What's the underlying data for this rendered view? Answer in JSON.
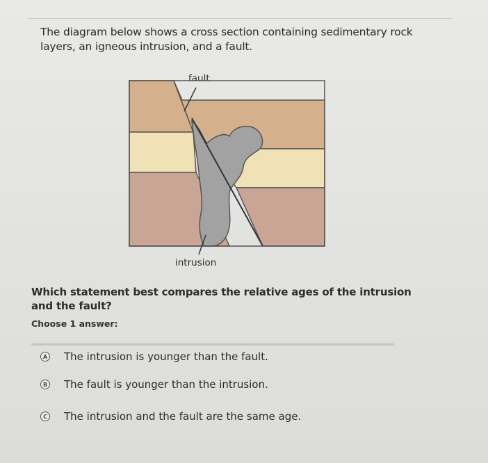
{
  "question": {
    "text": "The diagram below shows a cross section containing sedimentary rock layers, an igneous intrusion, and a fault."
  },
  "diagram": {
    "fault_label": "fault",
    "intrusion_label": "intrusion",
    "colors": {
      "top_layer": "#d4b18c",
      "middle_layer": "#f0e2b6",
      "bottom_layer": "#c9a596",
      "intrusion": "#a2a2a2",
      "outline": "#555555"
    }
  },
  "prompt": {
    "text": "Which statement best compares the relative ages of the intrusion and the fault?",
    "choose_label": "Choose 1 answer:"
  },
  "options": [
    {
      "letter": "A",
      "text": "The intrusion is younger than the fault."
    },
    {
      "letter": "B",
      "text": "The fault is younger than the intrusion."
    },
    {
      "letter": "C",
      "text": "The intrusion and the fault are the same age."
    }
  ]
}
